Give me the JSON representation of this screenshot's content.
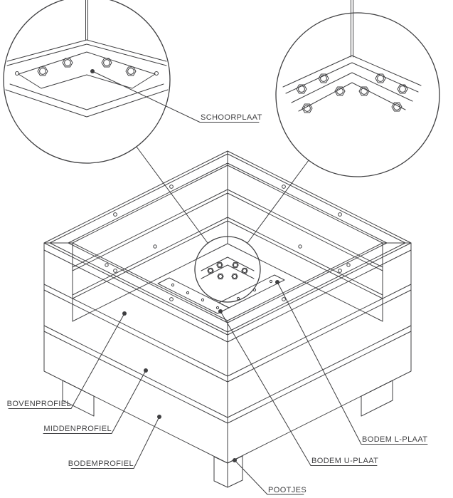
{
  "colors": {
    "line": "#3f3f41",
    "text": "#3f3f41",
    "dot": "#3f3f41"
  },
  "labels": {
    "schoorplaat": "SCHOORPLAAT",
    "bovenprofiel": "BOVENPROFIEL",
    "middenprofiel": "MIDDENPROFIEL",
    "bodemprofiel": "BODEMPROFIEL",
    "bodem_l_plaat": "BODEM L-PLAAT",
    "bodem_u_plaat": "BODEM U-PLAAT",
    "pootjes": "POOTJES"
  }
}
